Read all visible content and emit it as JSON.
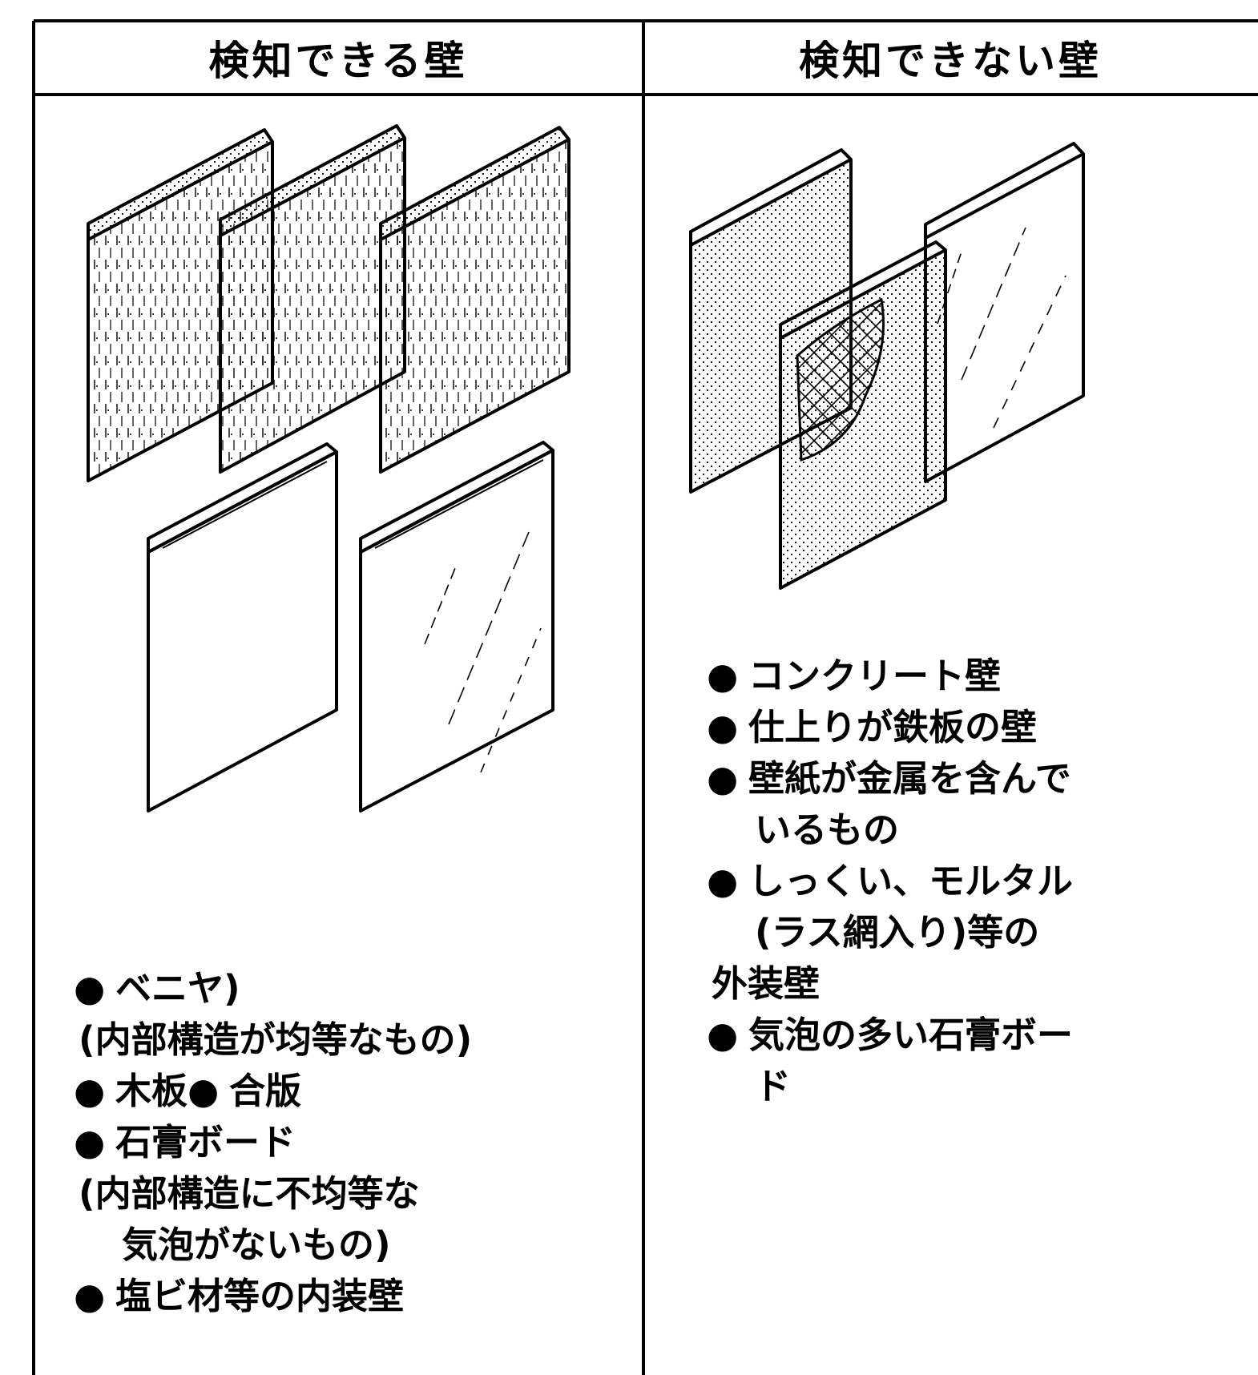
{
  "table": {
    "header_left": "検知できる壁",
    "header_right": "検知できない壁"
  },
  "bullet_char": "●",
  "left_list": [
    {
      "kind": "bullet",
      "text": "ベニヤ)"
    },
    {
      "kind": "cont",
      "text": "(内部構造が均等なもの)"
    },
    {
      "kind": "bullet_pair",
      "text": "木板",
      "text2": "合版"
    },
    {
      "kind": "bullet",
      "text": "石膏ボード"
    },
    {
      "kind": "cont",
      "text": "(内部構造に不均等な"
    },
    {
      "kind": "cont2",
      "text": "気泡がないもの)"
    },
    {
      "kind": "bullet",
      "text": "塩ビ材等の内装壁"
    }
  ],
  "right_list": [
    {
      "kind": "bullet",
      "text": "コンクリート壁"
    },
    {
      "kind": "bullet",
      "text": "仕上りが鉄板の壁"
    },
    {
      "kind": "bullet",
      "text": "壁紙が金属を含んで"
    },
    {
      "kind": "cont2",
      "text": "いるもの"
    },
    {
      "kind": "bullet",
      "text": "しっくい、モルタル"
    },
    {
      "kind": "cont2",
      "text": "(ラス網入り)等の"
    },
    {
      "kind": "cont",
      "text": "外装壁"
    },
    {
      "kind": "bullet",
      "text": "気泡の多い石膏ボー"
    },
    {
      "kind": "cont2",
      "text": "ド"
    }
  ],
  "colors": {
    "line": "#000000",
    "background": "#ffffff"
  }
}
